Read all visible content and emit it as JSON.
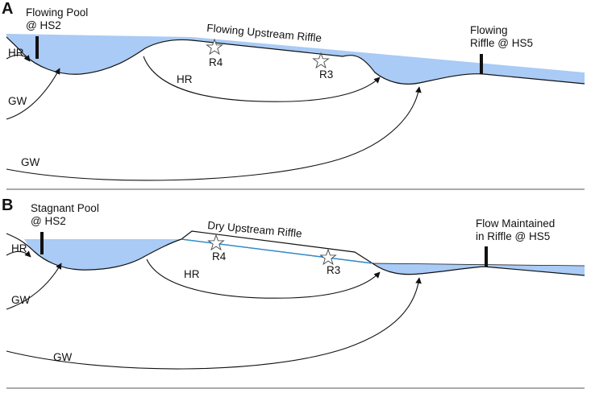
{
  "colors": {
    "water": "#a9cbf5",
    "water_line": "#2b8fd6",
    "ink": "#111111"
  },
  "panelA": {
    "letter": "A",
    "pool_label_1": "Flowing Pool",
    "pool_label_2": "@ HS2",
    "upstream_riffle_label": "Flowing Upstream Riffle",
    "downstream_label_1": "Flowing",
    "downstream_label_2": "Riffle @ HS5",
    "hr_left": "HR",
    "hr_long": "HR",
    "gw_short": "GW",
    "gw_long": "GW",
    "r4": "R4",
    "r3": "R3"
  },
  "panelB": {
    "letter": "B",
    "pool_label_1": "Stagnant Pool",
    "pool_label_2": "@ HS2",
    "upstream_riffle_label": "Dry Upstream Riffle",
    "downstream_label_1": "Flow Maintained",
    "downstream_label_2": "in Riffle @ HS5",
    "hr_left": "HR",
    "hr_long": "HR",
    "gw_short": "GW",
    "gw_long": "GW",
    "r4": "R4",
    "r3": "R3"
  }
}
